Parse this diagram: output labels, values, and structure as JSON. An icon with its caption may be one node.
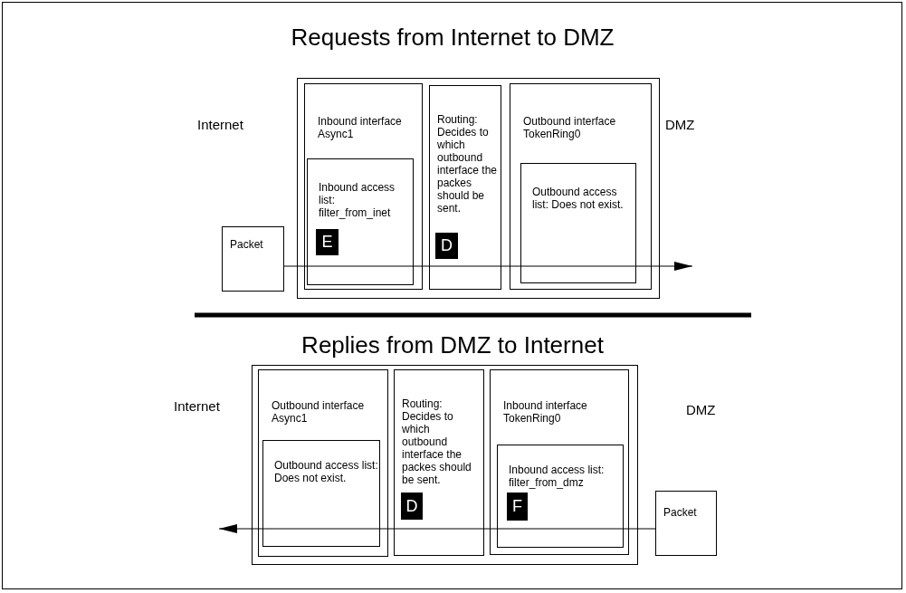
{
  "diagram": {
    "nodes": [
      {
        "text": [],
        "shape": "box"
      },
      {
        "text": [
          "Inbound interface Async1"
        ],
        "in": 0
      },
      {
        "text": [
          "Inbound access list: filter_from_inet"
        ],
        "in": 1
      },
      {
        "text": [
          "E"
        ],
        "in": 2
      },
      {
        "text": [
          "Routing: Decides to which outbound interface the packes should be sent."
        ],
        "in": 0
      },
      {
        "text": [
          "D"
        ],
        "in": 4
      },
      {
        "text": [
          "Outbound interface TokenRing0"
        ],
        "in": 0
      },
      {
        "text": [
          "Outbound access list: Does not exist."
        ],
        "in": 6
      },
      {
        "text": [
          "Packet"
        ]
      },
      {
        "text": [],
        "shape": "box"
      },
      {
        "text": [
          "Outbound interface Async1"
        ],
        "in": 9
      },
      {
        "text": [
          "Outbound access list: Does not exist."
        ],
        "in": 10
      },
      {
        "text": [
          "Routing: Decides to which outbound interface the packes should be sent."
        ],
        "in": 9
      },
      {
        "text": [
          "D"
        ],
        "in": 12
      },
      {
        "text": [
          "Inbound interface TokenRing0"
        ],
        "in": 9
      },
      {
        "text": [
          "Inbound access list: filter_from_dmz"
        ],
        "in": 14
      },
      {
        "text": [
          "F"
        ],
        "in": 15
      },
      {
        "text": [
          "Packet"
        ]
      }
    ],
    "edges": [
      {
        "from": 8,
        "to": null,
        "arrow": "to"
      },
      {
        "from": 17,
        "to": null,
        "arrow": "to"
      }
    ],
    "labels": [
      "Requests from Internet to DMZ",
      "Internet",
      "DMZ",
      "Replies from DMZ to Internet",
      "Internet",
      "DMZ"
    ]
  }
}
